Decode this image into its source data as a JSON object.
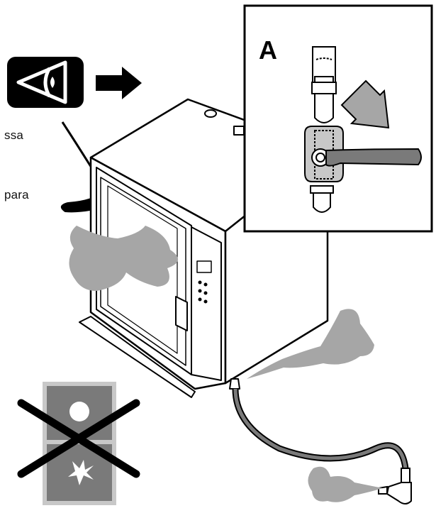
{
  "text_fragments": [
    "ssa",
    "para"
  ],
  "inset": {
    "label": "A"
  },
  "icons": [
    "eye-icon",
    "right-arrow-icon",
    "diagonal-arrow-icon",
    "no-sun-no-flash-icon"
  ],
  "colors": {
    "outline": "#000000",
    "steam": "#a6a6a6",
    "dark_gray": "#7a7a7a",
    "light_gray": "#c8c8c8",
    "panel": "#ffffff"
  }
}
